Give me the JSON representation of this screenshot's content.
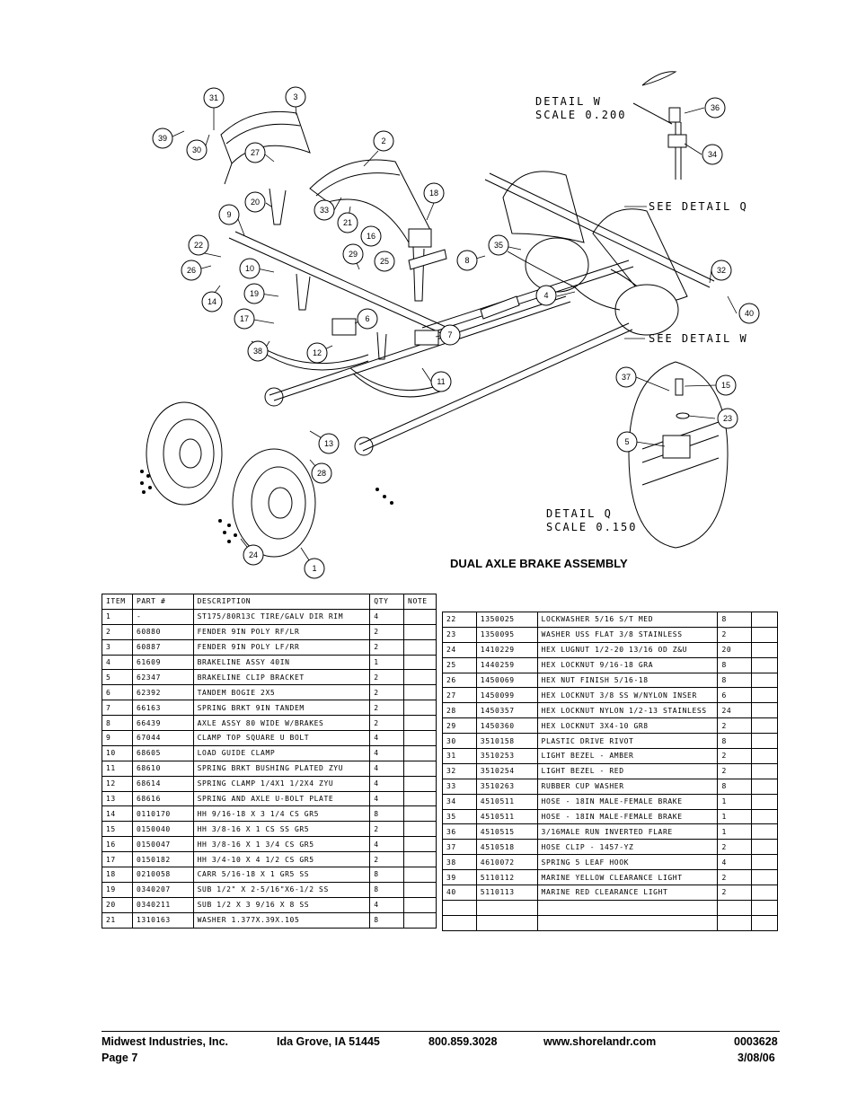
{
  "diagram": {
    "title": "DUAL AXLE BRAKE ASSEMBLY",
    "detail_w": {
      "line1": "DETAIL  W",
      "line2": "SCALE  0.200"
    },
    "detail_q": {
      "line1": "DETAIL  Q",
      "line2": "SCALE  0.150"
    },
    "see_detail_q": "SEE DETAIL  Q",
    "see_detail_w": "SEE DETAIL  W",
    "callouts": [
      "1",
      "2",
      "3",
      "4",
      "5",
      "6",
      "7",
      "8",
      "9",
      "10",
      "11",
      "12",
      "13",
      "14",
      "15",
      "16",
      "17",
      "18",
      "19",
      "20",
      "21",
      "22",
      "23",
      "24",
      "25",
      "26",
      "27",
      "28",
      "29",
      "30",
      "31",
      "32",
      "33",
      "34",
      "35",
      "36",
      "37",
      "38",
      "39",
      "40"
    ]
  },
  "table": {
    "headers": {
      "item": "ITEM",
      "part": "PART #",
      "description": "DESCRIPTION",
      "qty": "QTY",
      "note": "NOTE"
    },
    "left_rows": [
      {
        "item": "1",
        "part": "-",
        "desc": "ST175/80R13C TIRE/GALV DIR RIM",
        "qty": "4"
      },
      {
        "item": "2",
        "part": "60880",
        "desc": "FENDER  9IN POLY RF/LR",
        "qty": "2"
      },
      {
        "item": "3",
        "part": "60887",
        "desc": "FENDER  9IN POLY LF/RR",
        "qty": "2"
      },
      {
        "item": "4",
        "part": "61609",
        "desc": "BRAKELINE ASSY  40IN",
        "qty": "1"
      },
      {
        "item": "5",
        "part": "62347",
        "desc": "BRAKELINE CLIP BRACKET",
        "qty": "2"
      },
      {
        "item": "6",
        "part": "62392",
        "desc": "TANDEM BOGIE   2X5",
        "qty": "2"
      },
      {
        "item": "7",
        "part": "66163",
        "desc": "SPRING BRKT   9IN TANDEM",
        "qty": "2"
      },
      {
        "item": "8",
        "part": "66439",
        "desc": "AXLE ASSY 80 WIDE W/BRAKES",
        "qty": "2"
      },
      {
        "item": "9",
        "part": "67044",
        "desc": "CLAMP TOP SQUARE U BOLT",
        "qty": "4"
      },
      {
        "item": "10",
        "part": "68605",
        "desc": "LOAD GUIDE CLAMP",
        "qty": "4"
      },
      {
        "item": "11",
        "part": "68610",
        "desc": "SPRING BRKT BUSHING PLATED ZYU",
        "qty": "4"
      },
      {
        "item": "12",
        "part": "68614",
        "desc": "SPRING CLAMP   1/4X1 1/2X4  ZYU",
        "qty": "4"
      },
      {
        "item": "13",
        "part": "68616",
        "desc": "SPRING AND AXLE U-BOLT PLATE",
        "qty": "4"
      },
      {
        "item": "14",
        "part": "0110170",
        "desc": "HH 9/16-18 X 3 1/4 CS GR5",
        "qty": "8"
      },
      {
        "item": "15",
        "part": "0150040",
        "desc": "HH 3/8-16 X 1 CS SS GR5",
        "qty": "2"
      },
      {
        "item": "16",
        "part": "0150047",
        "desc": "HH 3/8-16 X 1 3/4 CS GR5",
        "qty": "4"
      },
      {
        "item": "17",
        "part": "0150182",
        "desc": "HH 3/4-10 X 4 1/2 CS GR5",
        "qty": "2"
      },
      {
        "item": "18",
        "part": "0210058",
        "desc": "CARR 5/16-18 X 1 GR5 SS",
        "qty": "8"
      },
      {
        "item": "19",
        "part": "0340207",
        "desc": "SUB 1/2\" X 2-5/16\"X6-1/2 SS",
        "qty": "8"
      },
      {
        "item": "20",
        "part": "0340211",
        "desc": "SUB 1/2 X 3 9/16 X 8 SS",
        "qty": "4"
      },
      {
        "item": "21",
        "part": "1310163",
        "desc": "WASHER 1.377X.39X.105",
        "qty": "8"
      }
    ],
    "right_rows": [
      {
        "item": "22",
        "part": "1350025",
        "desc": "LOCKWASHER 5/16 S/T MED",
        "qty": "8"
      },
      {
        "item": "23",
        "part": "1350095",
        "desc": "WASHER USS FLAT 3/8 STAINLESS",
        "qty": "2"
      },
      {
        "item": "24",
        "part": "1410229",
        "desc": "HEX LUGNUT 1/2-20 13/16 OD Z&U",
        "qty": "20"
      },
      {
        "item": "25",
        "part": "1440259",
        "desc": "HEX LOCKNUT 9/16-18 GRA",
        "qty": "8"
      },
      {
        "item": "26",
        "part": "1450069",
        "desc": "HEX NUT FINISH 5/16-18",
        "qty": "8"
      },
      {
        "item": "27",
        "part": "1450099",
        "desc": "HEX LOCKNUT 3/8 SS W/NYLON INSER",
        "qty": "6"
      },
      {
        "item": "28",
        "part": "1450357",
        "desc": "HEX LOCKNUT NYLON 1/2-13 STAINLESS",
        "qty": "24"
      },
      {
        "item": "29",
        "part": "1450360",
        "desc": "HEX LOCKNUT 3X4-10 GR8",
        "qty": "2"
      },
      {
        "item": "30",
        "part": "3510158",
        "desc": "PLASTIC DRIVE RIVOT",
        "qty": "8"
      },
      {
        "item": "31",
        "part": "3510253",
        "desc": "LIGHT BEZEL - AMBER",
        "qty": "2"
      },
      {
        "item": "32",
        "part": "3510254",
        "desc": "LIGHT BEZEL - RED",
        "qty": "2"
      },
      {
        "item": "33",
        "part": "3510263",
        "desc": "RUBBER CUP WASHER",
        "qty": "8"
      },
      {
        "item": "34",
        "part": "4510511",
        "desc": "HOSE - 18IN MALE-FEMALE BRAKE",
        "qty": "1"
      },
      {
        "item": "35",
        "part": "4510511",
        "desc": "HOSE - 18IN MALE-FEMALE BRAKE",
        "qty": "1"
      },
      {
        "item": "36",
        "part": "4510515",
        "desc": "3/16MALE RUN INVERTED FLARE",
        "qty": "1"
      },
      {
        "item": "37",
        "part": "4510518",
        "desc": "HOSE CLIP - 1457-YZ",
        "qty": "2"
      },
      {
        "item": "38",
        "part": "4610072",
        "desc": "SPRING  5 LEAF HOOK",
        "qty": "4"
      },
      {
        "item": "39",
        "part": "5110112",
        "desc": "MARINE YELLOW CLEARANCE LIGHT",
        "qty": "2"
      },
      {
        "item": "40",
        "part": "5110113",
        "desc": "MARINE RED CLEARANCE LIGHT",
        "qty": "2"
      },
      {
        "item": "",
        "part": "",
        "desc": "",
        "qty": ""
      },
      {
        "item": "",
        "part": "",
        "desc": "",
        "qty": ""
      }
    ]
  },
  "footer": {
    "company": "Midwest Industries, Inc.",
    "city": "Ida Grove, IA  51445",
    "phone": "800.859.3028",
    "website": "www.shorelandr.com",
    "doc_number": "0003628",
    "page": "Page 7",
    "date": "3/08/06"
  }
}
